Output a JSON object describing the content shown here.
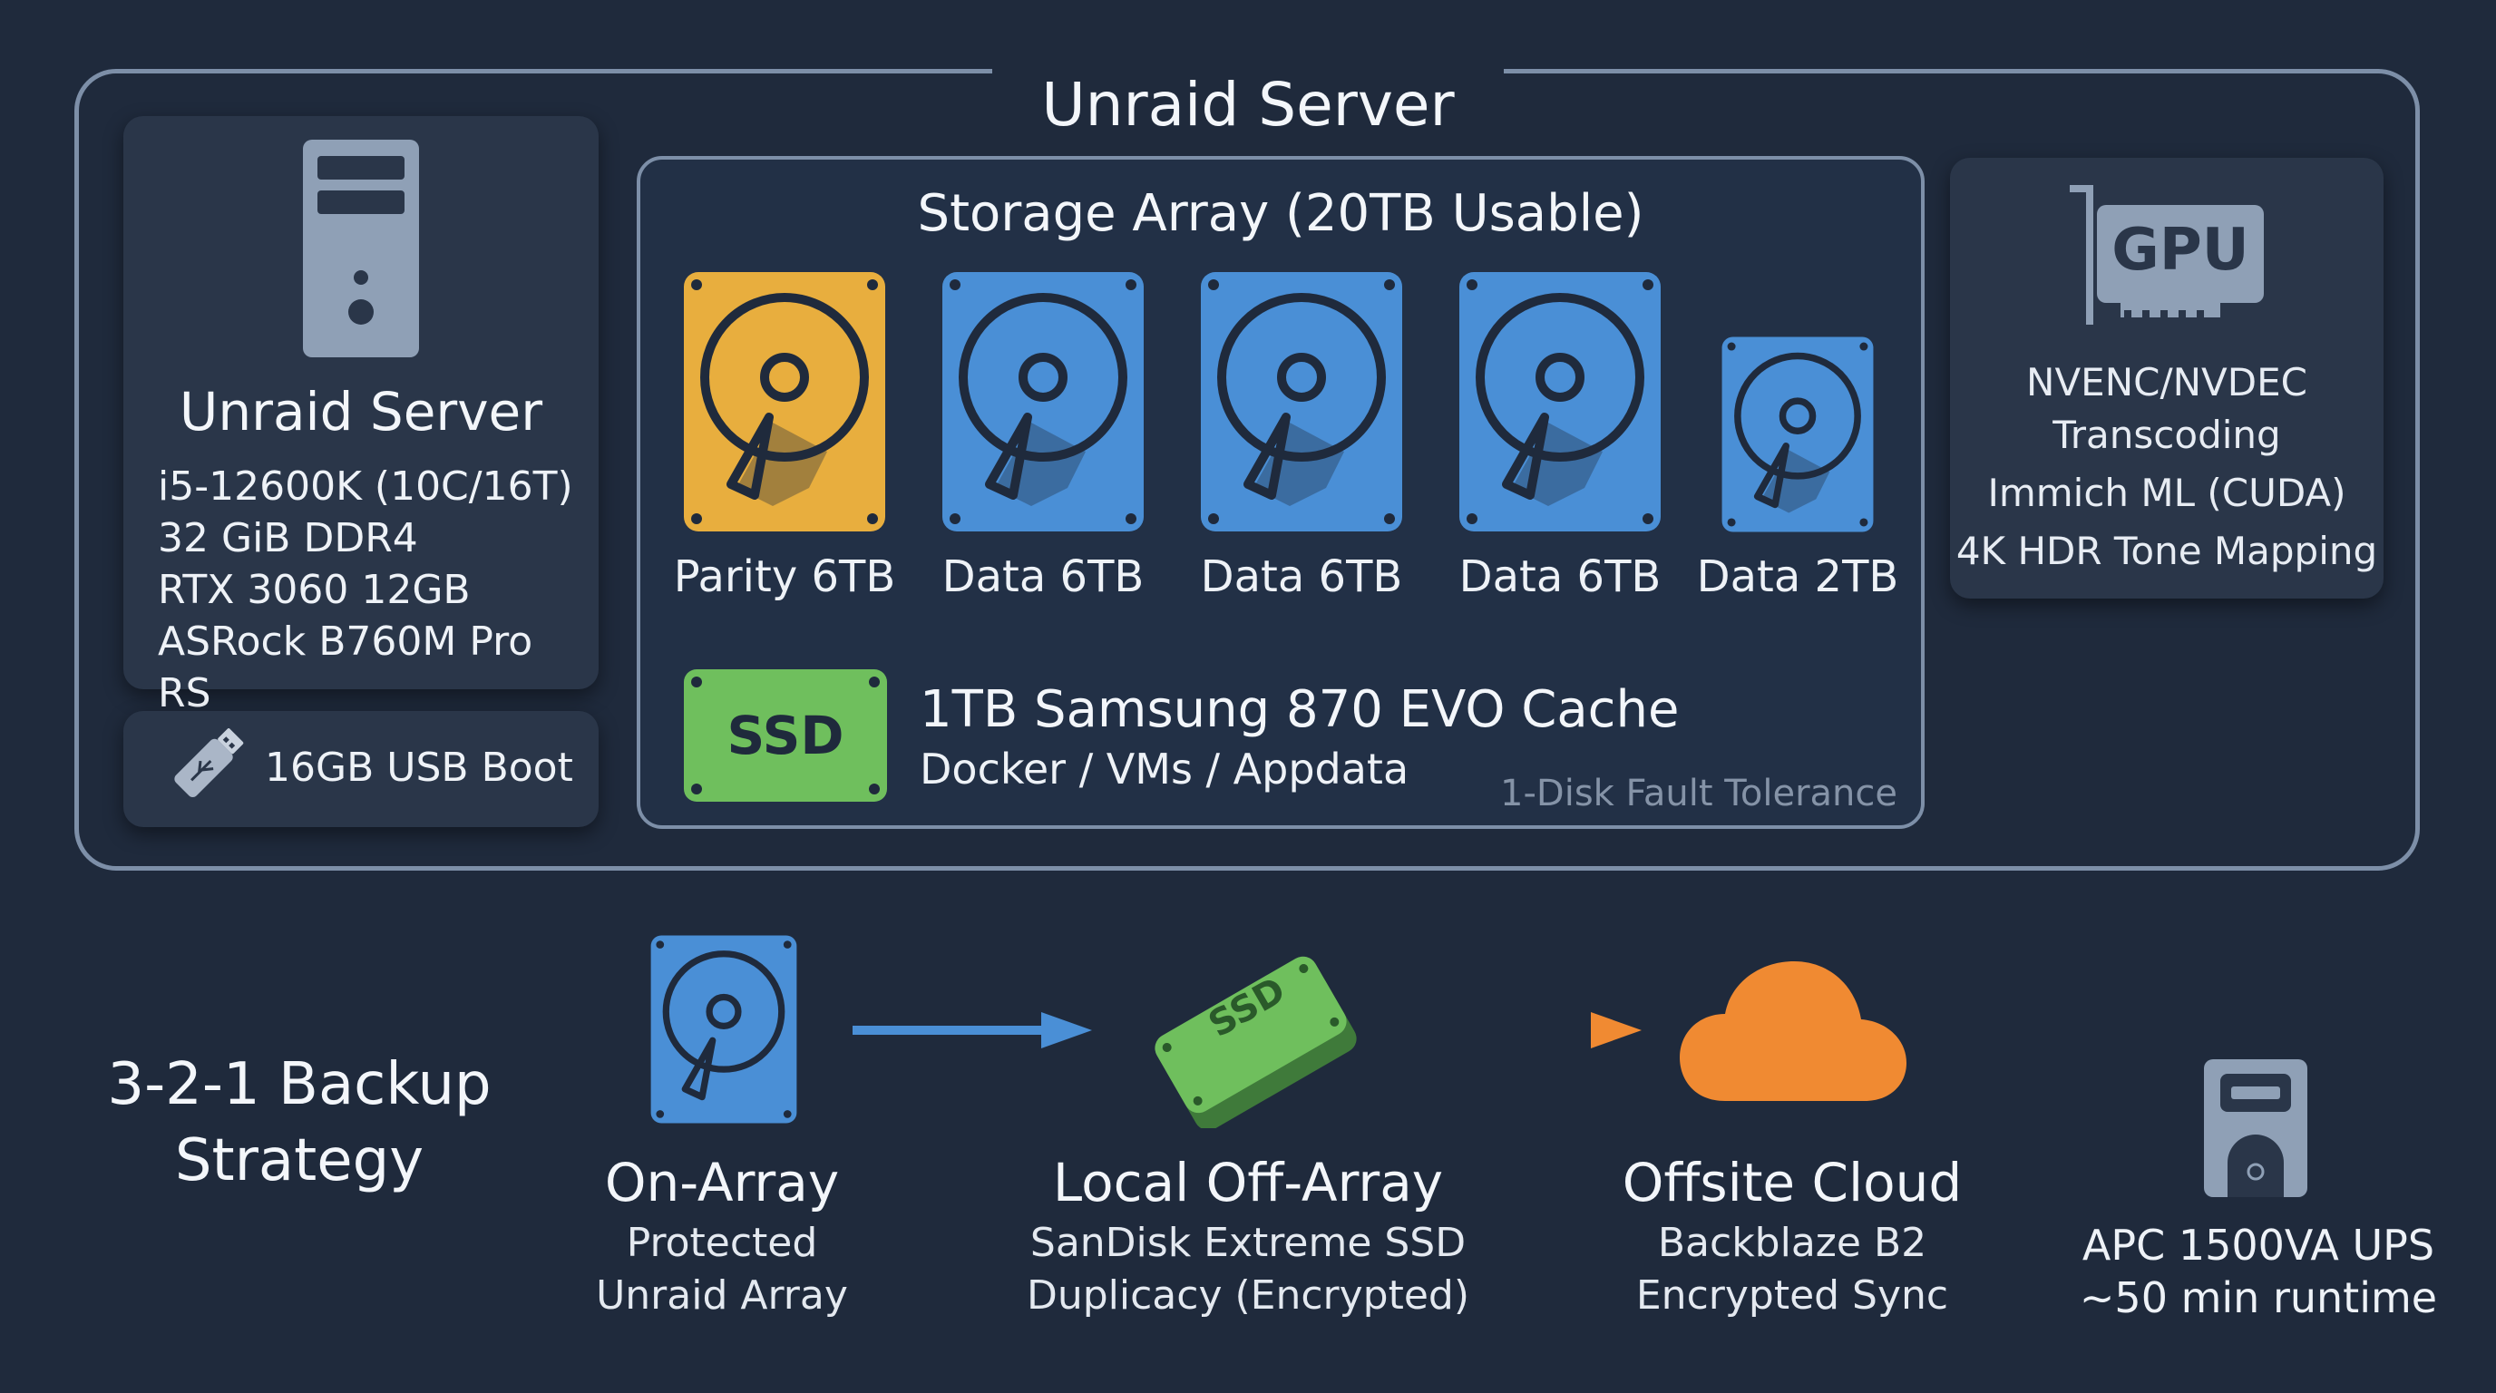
{
  "outer": {
    "title": "Unraid Server"
  },
  "server": {
    "title": "Unraid Server",
    "specs": [
      "i5-12600K (10C/16T)",
      "32 GiB DDR4",
      "RTX 3060 12GB",
      "ASRock B760M Pro RS"
    ]
  },
  "usb": {
    "label": "16GB USB Boot"
  },
  "array": {
    "title": "Storage Array (20TB Usable)",
    "disks": [
      {
        "label": "Parity 6TB",
        "role": "parity",
        "color": "#e8ae3e"
      },
      {
        "label": "Data 6TB",
        "role": "data",
        "color": "#4a8fd6"
      },
      {
        "label": "Data 6TB",
        "role": "data",
        "color": "#4a8fd6"
      },
      {
        "label": "Data 6TB",
        "role": "data",
        "color": "#4a8fd6"
      },
      {
        "label": "Data 2TB",
        "role": "data",
        "color": "#4a8fd6"
      }
    ],
    "cache": {
      "badge": "SSD",
      "title": "1TB Samsung 870 EVO Cache",
      "subtitle": "Docker / VMs / Appdata",
      "color": "#6fbf5d"
    },
    "fault_tolerance": "1-Disk Fault Tolerance"
  },
  "gpu": {
    "badge": "GPU",
    "features": [
      "NVENC/NVDEC",
      "Transcoding",
      "Immich ML (CUDA)",
      "4K HDR Tone Mapping"
    ]
  },
  "backup": {
    "title_lines": [
      "3-2-1 Backup",
      "Strategy"
    ],
    "stages": [
      {
        "title": "On-Array",
        "lines": [
          "Protected",
          "Unraid Array"
        ],
        "icon": "hard-drive-icon"
      },
      {
        "title": "Local Off-Array",
        "lines": [
          "SanDisk Extreme SSD",
          "Duplicacy (Encrypted)"
        ],
        "icon": "ssd-icon",
        "badge": "SSD"
      },
      {
        "title": "Offsite Cloud",
        "lines": [
          "Backblaze B2",
          "Encrypted Sync"
        ],
        "icon": "cloud-icon"
      }
    ],
    "arrow_colors": {
      "first": "#4a8fd6",
      "second_start": "#6fbf5d",
      "second_end": "#f08a32"
    }
  },
  "ups": {
    "lines": [
      "APC 1500VA UPS",
      "~50 min runtime"
    ],
    "color": "#8fa0b6"
  },
  "colors": {
    "background": "#1f2a3c",
    "panel": "#2a3649",
    "frame": "#7d8fa8",
    "parity": "#e8ae3e",
    "data": "#4a8fd6",
    "ssd": "#6fbf5d",
    "cloud": "#f08a32",
    "server_icon": "#8fa0b6"
  }
}
